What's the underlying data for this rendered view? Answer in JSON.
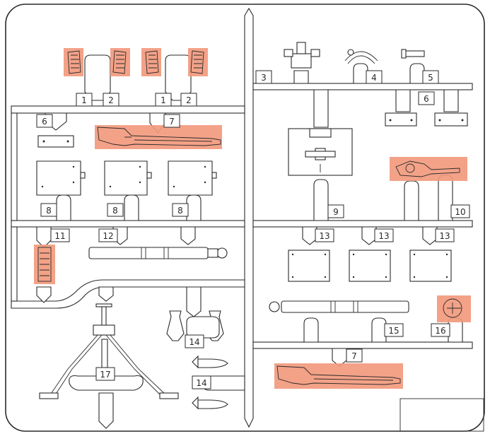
{
  "sprue": {
    "highlight_color": "#f29a7e",
    "line_color": "#2a2a2a",
    "part_numbers": [
      {
        "id": "tag-1a",
        "label": "1"
      },
      {
        "id": "tag-2a",
        "label": "2"
      },
      {
        "id": "tag-1b",
        "label": "1"
      },
      {
        "id": "tag-2b",
        "label": "2"
      },
      {
        "id": "tag-3",
        "label": "3"
      },
      {
        "id": "tag-4",
        "label": "4"
      },
      {
        "id": "tag-5",
        "label": "5"
      },
      {
        "id": "tag-6a",
        "label": "6"
      },
      {
        "id": "tag-6b",
        "label": "6"
      },
      {
        "id": "tag-7a",
        "label": "7"
      },
      {
        "id": "tag-7b",
        "label": "7"
      },
      {
        "id": "tag-8a",
        "label": "8"
      },
      {
        "id": "tag-8b",
        "label": "8"
      },
      {
        "id": "tag-8c",
        "label": "8"
      },
      {
        "id": "tag-9",
        "label": "9"
      },
      {
        "id": "tag-10",
        "label": "10"
      },
      {
        "id": "tag-11",
        "label": "11"
      },
      {
        "id": "tag-12",
        "label": "12"
      },
      {
        "id": "tag-13a",
        "label": "13"
      },
      {
        "id": "tag-13b",
        "label": "13"
      },
      {
        "id": "tag-13c",
        "label": "13"
      },
      {
        "id": "tag-14a",
        "label": "14"
      },
      {
        "id": "tag-14b",
        "label": "14"
      },
      {
        "id": "tag-15",
        "label": "15"
      },
      {
        "id": "tag-16",
        "label": "16"
      },
      {
        "id": "tag-17",
        "label": "17"
      }
    ]
  }
}
